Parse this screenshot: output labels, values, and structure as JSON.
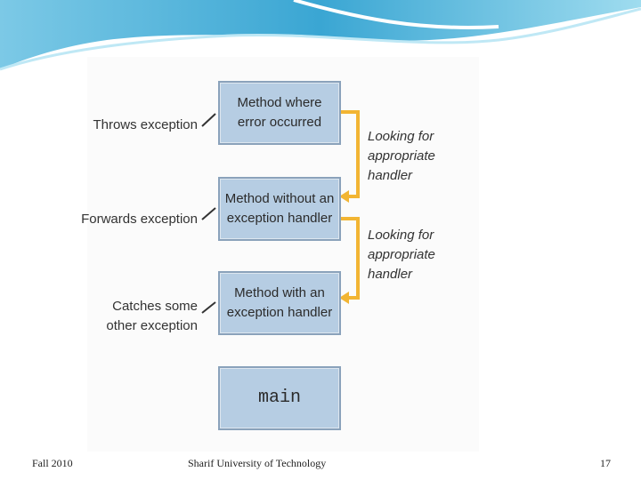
{
  "diagram": {
    "boxes": [
      {
        "label": "Method where\nerror occurred"
      },
      {
        "label": "Method without an\nexception handler"
      },
      {
        "label": "Method with an\nexception handler"
      },
      {
        "label": "main"
      }
    ],
    "left_labels": [
      {
        "text": "Throws exception"
      },
      {
        "text": "Forwards exception"
      },
      {
        "text": "Catches some\nother exception"
      }
    ],
    "right_labels": [
      {
        "text": "Looking for\nappropriate\nhandler"
      },
      {
        "text": "Looking for\nappropriate\nhandler"
      }
    ]
  },
  "footer": {
    "left": "Fall 2010",
    "center": "Sharif University of Technology",
    "page_number": "17"
  },
  "colors": {
    "box_fill": "#b6cde3",
    "box_border": "#8aa2bb",
    "arrow": "#f2b533",
    "header_accent": "#4fb3d9"
  }
}
